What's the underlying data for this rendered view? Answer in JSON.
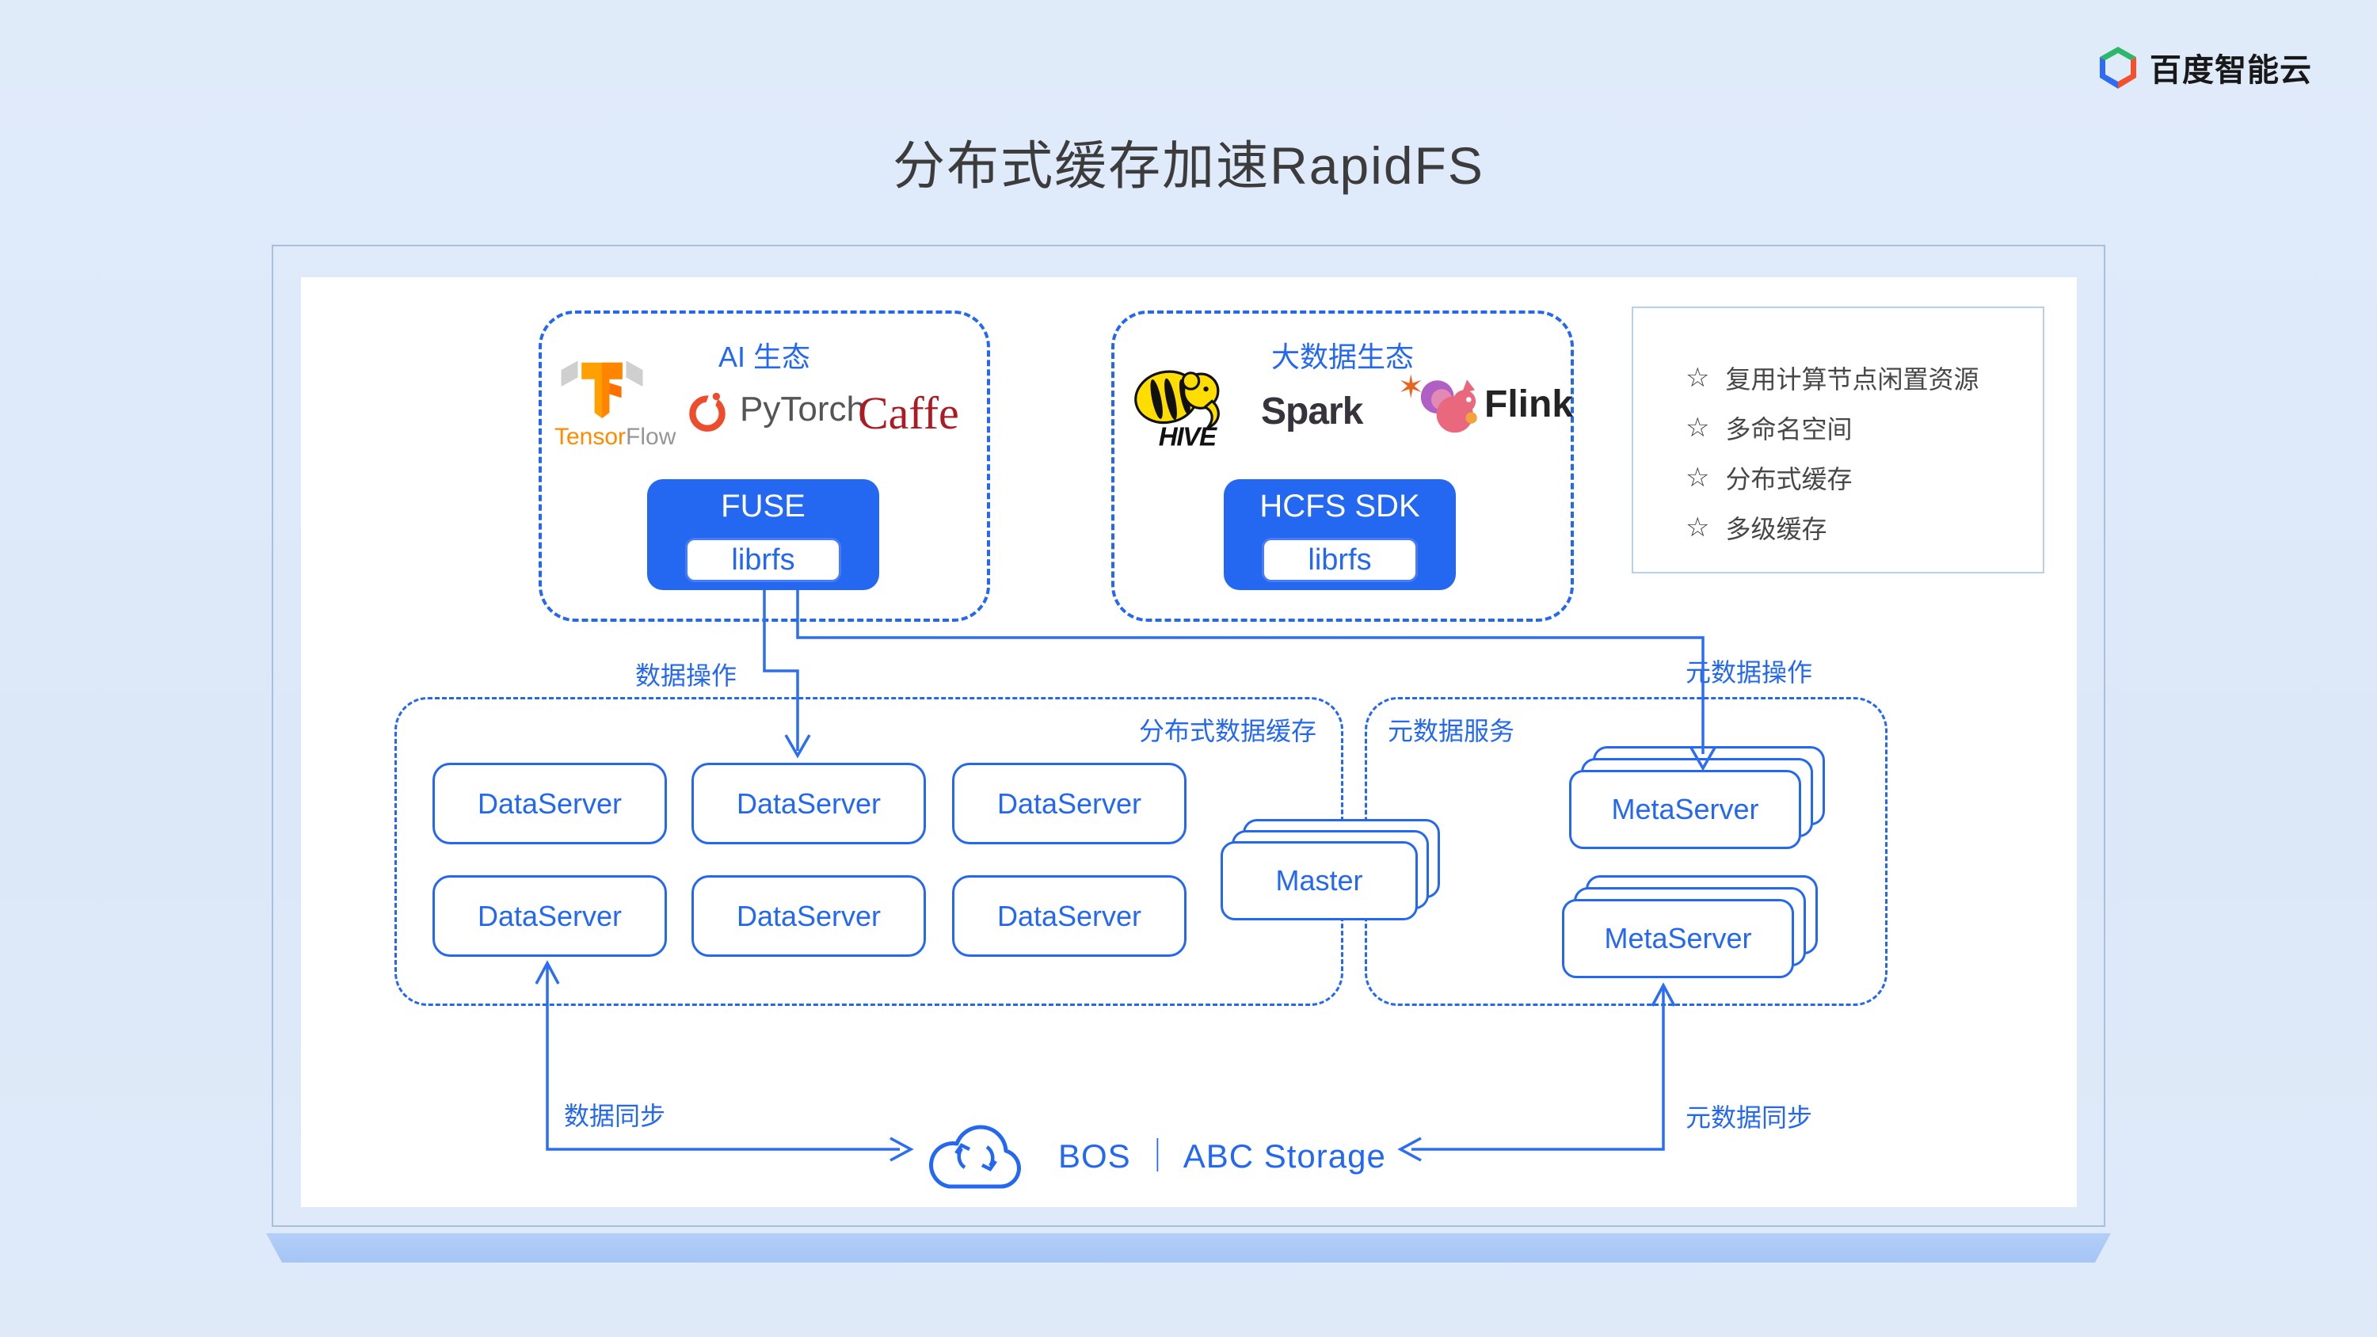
{
  "page": {
    "title": "分布式缓存加速RapidFS"
  },
  "brand": {
    "name": "百度智能云"
  },
  "colors": {
    "accent_blue": "#2468F2",
    "title_gray": "#3C3C3C",
    "panel_white": "#FFFFFF",
    "page_bg": "#DDE9F8",
    "stand_blue": "#ABC9F6",
    "caffe_red": "#AC1B24",
    "pytorch_orange": "#EE4C2C",
    "tensorflow_orange": "#FF8A00",
    "spark_star_orange": "#E8641F"
  },
  "ai": {
    "label": "AI 生态",
    "fuse_label": "FUSE",
    "librfs": "librfs"
  },
  "bigdata": {
    "label": "大数据生态",
    "sdk_label": "HCFS SDK",
    "librfs": "librfs"
  },
  "logos": {
    "tensorflow": {
      "tensor": "Tensor",
      "flow": "Flow"
    },
    "pytorch": "PyTorch",
    "caffe": "Caffe",
    "hive": "HIVE",
    "spark": "Spark",
    "flink": "Flink",
    "spark_star_glyph": "✶"
  },
  "features": {
    "bullet_glyph": "☆",
    "items": [
      "复用计算节点闲置资源",
      "多命名空间",
      "分布式缓存",
      "多级缓存"
    ]
  },
  "regions": {
    "cache_label": "分布式数据缓存",
    "meta_label": "元数据服务"
  },
  "nodes": {
    "data_server": "DataServer",
    "master": "Master",
    "meta_server": "MetaServer"
  },
  "flows": {
    "data_op": "数据操作",
    "meta_op": "元数据操作",
    "data_sync": "数据同步",
    "meta_sync": "元数据同步"
  },
  "storage": {
    "label": "BOS ｜ ABC Storage"
  }
}
